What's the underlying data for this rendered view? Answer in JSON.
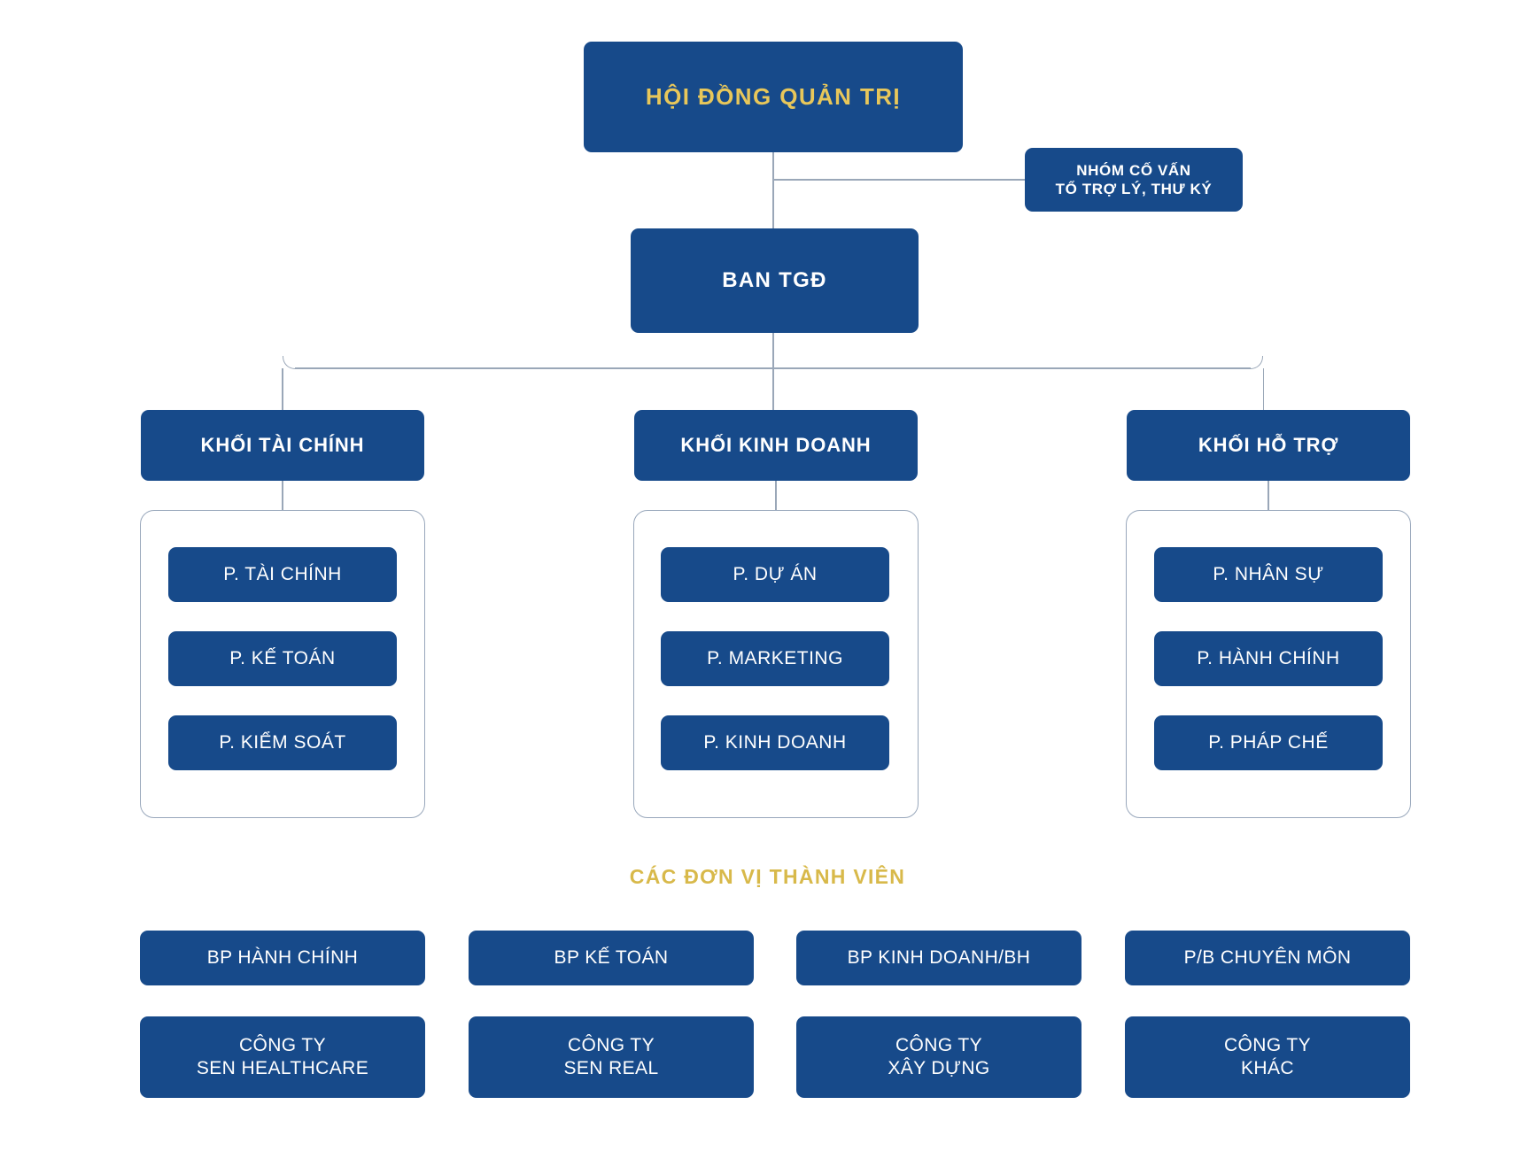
{
  "org": {
    "board": {
      "label": "HỘI ĐỒNG QUẢN TRỊ"
    },
    "advisors": {
      "line1": "NHÓM CỐ VẤN",
      "line2": "TỔ TRỢ LÝ, THƯ KÝ"
    },
    "ceo": {
      "label": "BAN TGĐ"
    },
    "divisions": [
      {
        "label": "KHỐI TÀI CHÍNH",
        "departments": [
          "P. TÀI CHÍNH",
          "P. KẾ TOÁN",
          "P. KIỂM SOÁT"
        ]
      },
      {
        "label": "KHỐI KINH DOANH",
        "departments": [
          "P. DỰ ÁN",
          "P. MARKETING",
          "P. KINH DOANH"
        ]
      },
      {
        "label": "KHỐI HỖ TRỢ",
        "departments": [
          "P. NHÂN SỰ",
          "P. HÀNH CHÍNH",
          "P. PHÁP CHẾ"
        ]
      }
    ]
  },
  "members": {
    "title": "CÁC ĐƠN VỊ THÀNH VIÊN",
    "units": [
      "BP HÀNH CHÍNH",
      "BP KẾ TOÁN",
      "BP KINH DOANH/BH",
      "P/B CHUYÊN MÔN"
    ],
    "companies": [
      {
        "line1": "CÔNG TY",
        "line2": "SEN HEALTHCARE"
      },
      {
        "line1": "CÔNG TY",
        "line2": "SEN REAL"
      },
      {
        "line1": "CÔNG TY",
        "line2": "XÂY DỰNG"
      },
      {
        "line1": "CÔNG TY",
        "line2": "KHÁC"
      }
    ]
  },
  "colors": {
    "box_blue": "#174a8a",
    "gold_text": "#e8c75a",
    "title_gold": "#d8b94a",
    "connector": "#9aa7b8",
    "background": "#ffffff"
  }
}
